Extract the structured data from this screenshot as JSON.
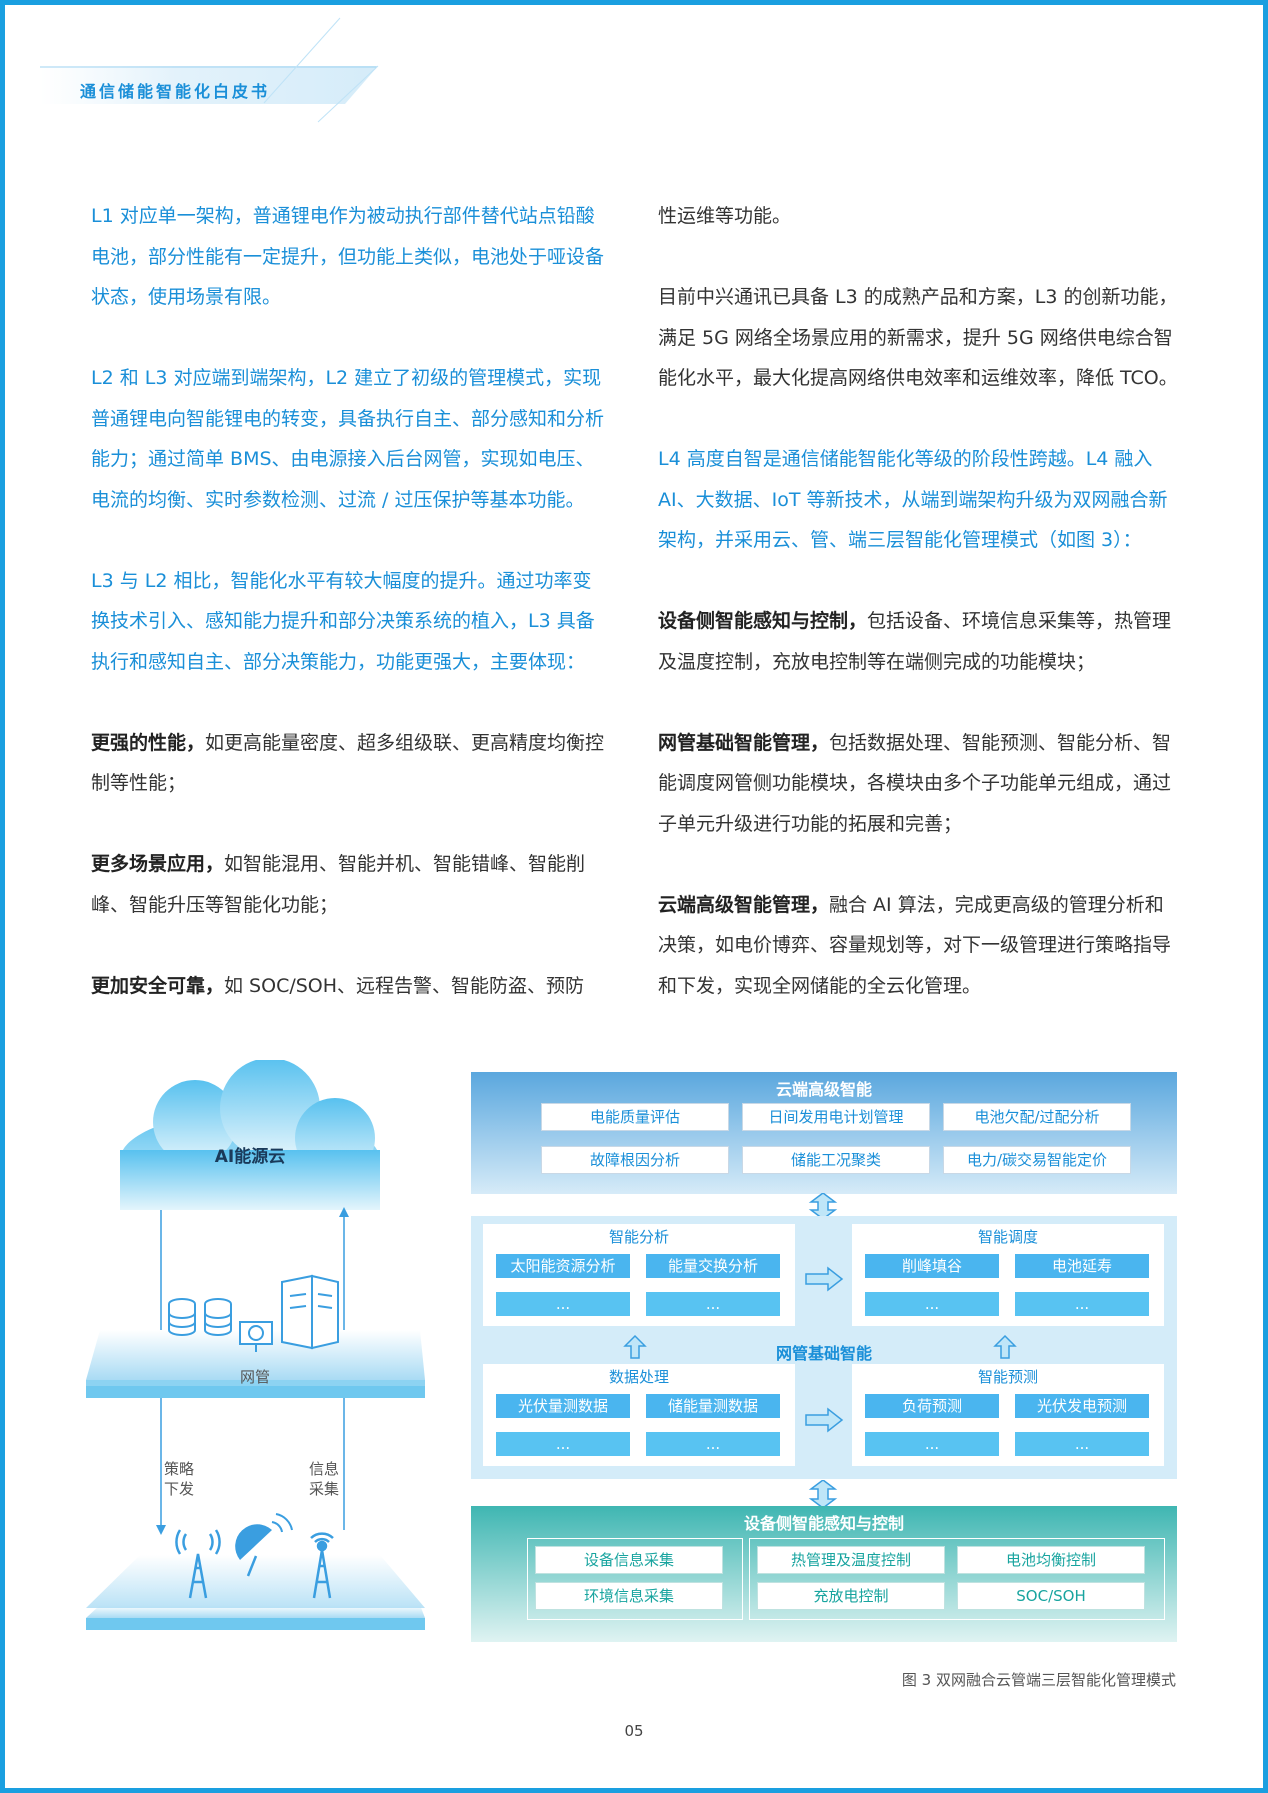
{
  "header": {
    "title": "通信储能智能化白皮书"
  },
  "left_column": {
    "p1": "L1 对应单一架构，普通锂电作为被动执行部件替代站点铅酸电池，部分性能有一定提升，但功能上类似，电池处于哑设备状态，使用场景有限。",
    "p2": "L2 和 L3 对应端到端架构，L2 建立了初级的管理模式，实现普通锂电向智能锂电的转变，具备执行自主、部分感知和分析能力；通过简单 BMS、由电源接入后台网管，实现如电压、电流的均衡、实时参数检测、过流 / 过压保护等基本功能。",
    "p3": "L3 与 L2 相比，智能化水平有较大幅度的提升。通过功率变换技术引入、感知能力提升和部分决策系统的植入，L3 具备执行和感知自主、部分决策能力，功能更强大，主要体现：",
    "p4_bold": "更强的性能，",
    "p4": "如更高能量密度、超多组级联、更高精度均衡控制等性能；",
    "p5_bold": "更多场景应用，",
    "p5": "如智能混用、智能并机、智能错峰、智能削峰、智能升压等智能化功能；",
    "p6_bold": "更加安全可靠，",
    "p6": "如 SOC/SOH、远程告警、智能防盗、预防"
  },
  "right_column": {
    "p0": "性运维等功能。",
    "p1": "目前中兴通讯已具备 L3 的成熟产品和方案，L3 的创新功能，满足 5G 网络全场景应用的新需求，提升 5G 网络供电综合智能化水平，最大化提高网络供电效率和运维效率，降低 TCO。",
    "p2": "L4 高度自智是通信储能智能化等级的阶段性跨越。L4 融入AI、大数据、IoT 等新技术，从端到端架构升级为双网融合新架构，并采用云、管、端三层智能化管理模式（如图 3）：",
    "p3_bold": "设备侧智能感知与控制，",
    "p3": "包括设备、环境信息采集等，热管理及温度控制，充放电控制等在端侧完成的功能模块；",
    "p4_bold": "网管基础智能管理，",
    "p4": "包括数据处理、智能预测、智能分析、智能调度网管侧功能模块，各模块由多个子功能单元组成，通过子单元升级进行功能的拓展和完善；",
    "p5_bold": "云端高级智能管理，",
    "p5": "融合 AI 算法，完成更高级的管理分析和决策，如电价博弈、容量规划等，对下一级管理进行策略指导和下发，实现全网储能的全云化管理。"
  },
  "diagram": {
    "cloud_label": "AI能源云",
    "nms_label": "网管",
    "down_label": "策略\n下发",
    "up_label": "信息\n采集",
    "cloud_panel": {
      "title": "云端高级智能",
      "items": [
        "电能质量评估",
        "日间发用电计划管理",
        "电池欠配/过配分析",
        "故障根因分析",
        "储能工况聚类",
        "电力/碳交易智能定价"
      ]
    },
    "mid_panel": {
      "title": "网管基础智能",
      "analysis": {
        "title": "智能分析",
        "items": [
          "太阳能资源分析",
          "能量交换分析",
          "...",
          "..."
        ]
      },
      "dispatch": {
        "title": "智能调度",
        "items": [
          "削峰填谷",
          "电池延寿",
          "...",
          "..."
        ]
      },
      "data": {
        "title": "数据处理",
        "items": [
          "光伏量测数据",
          "储能量测数据",
          "...",
          "..."
        ]
      },
      "predict": {
        "title": "智能预测",
        "items": [
          "负荷预测",
          "光伏发电预测",
          "...",
          "..."
        ]
      }
    },
    "dev_panel": {
      "title": "设备侧智能感知与控制",
      "items": [
        "设备信息采集",
        "环境信息采集",
        "热管理及温度控制",
        "充放电控制",
        "电池均衡控制",
        "SOC/SOH"
      ]
    }
  },
  "caption": "图 3  双网融合云管端三层智能化管理模式",
  "page_number": "05"
}
